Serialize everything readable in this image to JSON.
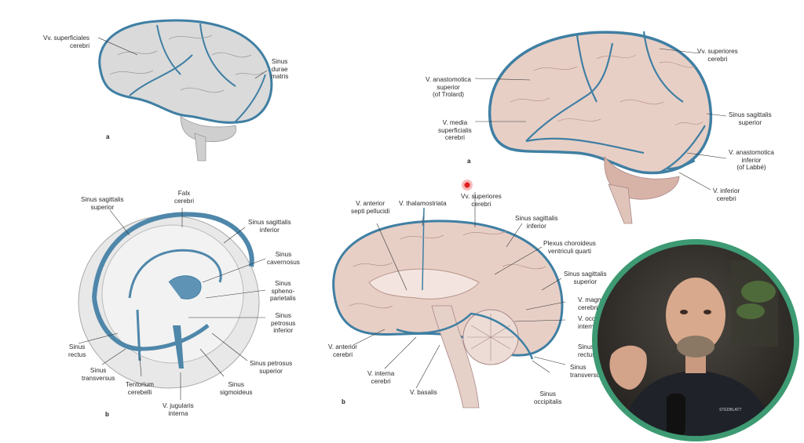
{
  "figure_a_small": {
    "letter": "a",
    "labels": {
      "vv_superficiales": "Vv. superficiales\ncerebri",
      "sinus_durae": "Sinus\ndurae\nmatris"
    }
  },
  "figure_a_large": {
    "letter": "a",
    "labels": {
      "vv_superiores": "Vv. superiores\ncerebri",
      "v_anastomotica_superior": "V. anastomotica\nsuperior\n(of Trolard)",
      "sinus_sagittalis_superior": "Sinus sagittalis\nsuperior",
      "v_media": "V. media\nsuperficialis\ncerebri",
      "v_anastomotica_inferior": "V. anastomotica\ninferior\n(of Labbé)",
      "v_inferior": "V. inferior\ncerebri"
    }
  },
  "figure_b_left": {
    "letter": "b",
    "labels": {
      "sinus_sag_sup": "Sinus sagittalis\nsuperior",
      "falx": "Falx\ncerebri",
      "sinus_sag_inf": "Sinus sagittalis\ninferior",
      "sinus_cavernosus": "Sinus\ncavernosus",
      "sinus_spheno": "Sinus\nspheno-\nparietalis",
      "sinus_petrosus_inf": "Sinus\npetrosus\ninferior",
      "sinus_rectus": "Sinus\nrectus",
      "sinus_transversus": "Sinus\ntransversus",
      "tentorium": "Tentorium\ncerebelli",
      "sinus_petrosus_sup": "Sinus petrosus\nsuperior",
      "sinus_sigmoideus": "Sinus\nsigmoideus",
      "v_jugularis": "V. jugularis\ninterna"
    }
  },
  "figure_b_right": {
    "letter": "b",
    "labels": {
      "vv_superiores": "Vv. superiores\ncerebri",
      "v_anterior_septi": "V. anterior\nsepti pellucidi",
      "v_thalamostriata": "V. thalamostriata",
      "sinus_sag_inf": "Sinus sagittalis\ninferior",
      "plexus": "Plexus choroideus\nventriculi quarti",
      "sinus_sag_sup": "Sinus sagittalis\nsuperior",
      "v_magna": "V. magna\ncerebri",
      "v_occipitalis": "V. occipitalis\ninterna",
      "sinus_rectus": "Sinus\nrectus",
      "v_anterior_cerebri": "V. anterior\ncerebri",
      "v_interna": "V. interna\ncerebri",
      "v_basalis": "V. basalis",
      "sinus_transversus": "Sinus\ntransversus",
      "sinus_occipitalis": "Sinus\noccipitalis"
    }
  },
  "webcam": {
    "shirt_text": "STEDBLATT"
  },
  "colors": {
    "vein_blue": "#3f7fa3",
    "brain_pink": "#e8cfc6",
    "brain_gray": "#d9d9d9",
    "webcam_ring": "#3d9a72",
    "cursor": "#e02020"
  }
}
